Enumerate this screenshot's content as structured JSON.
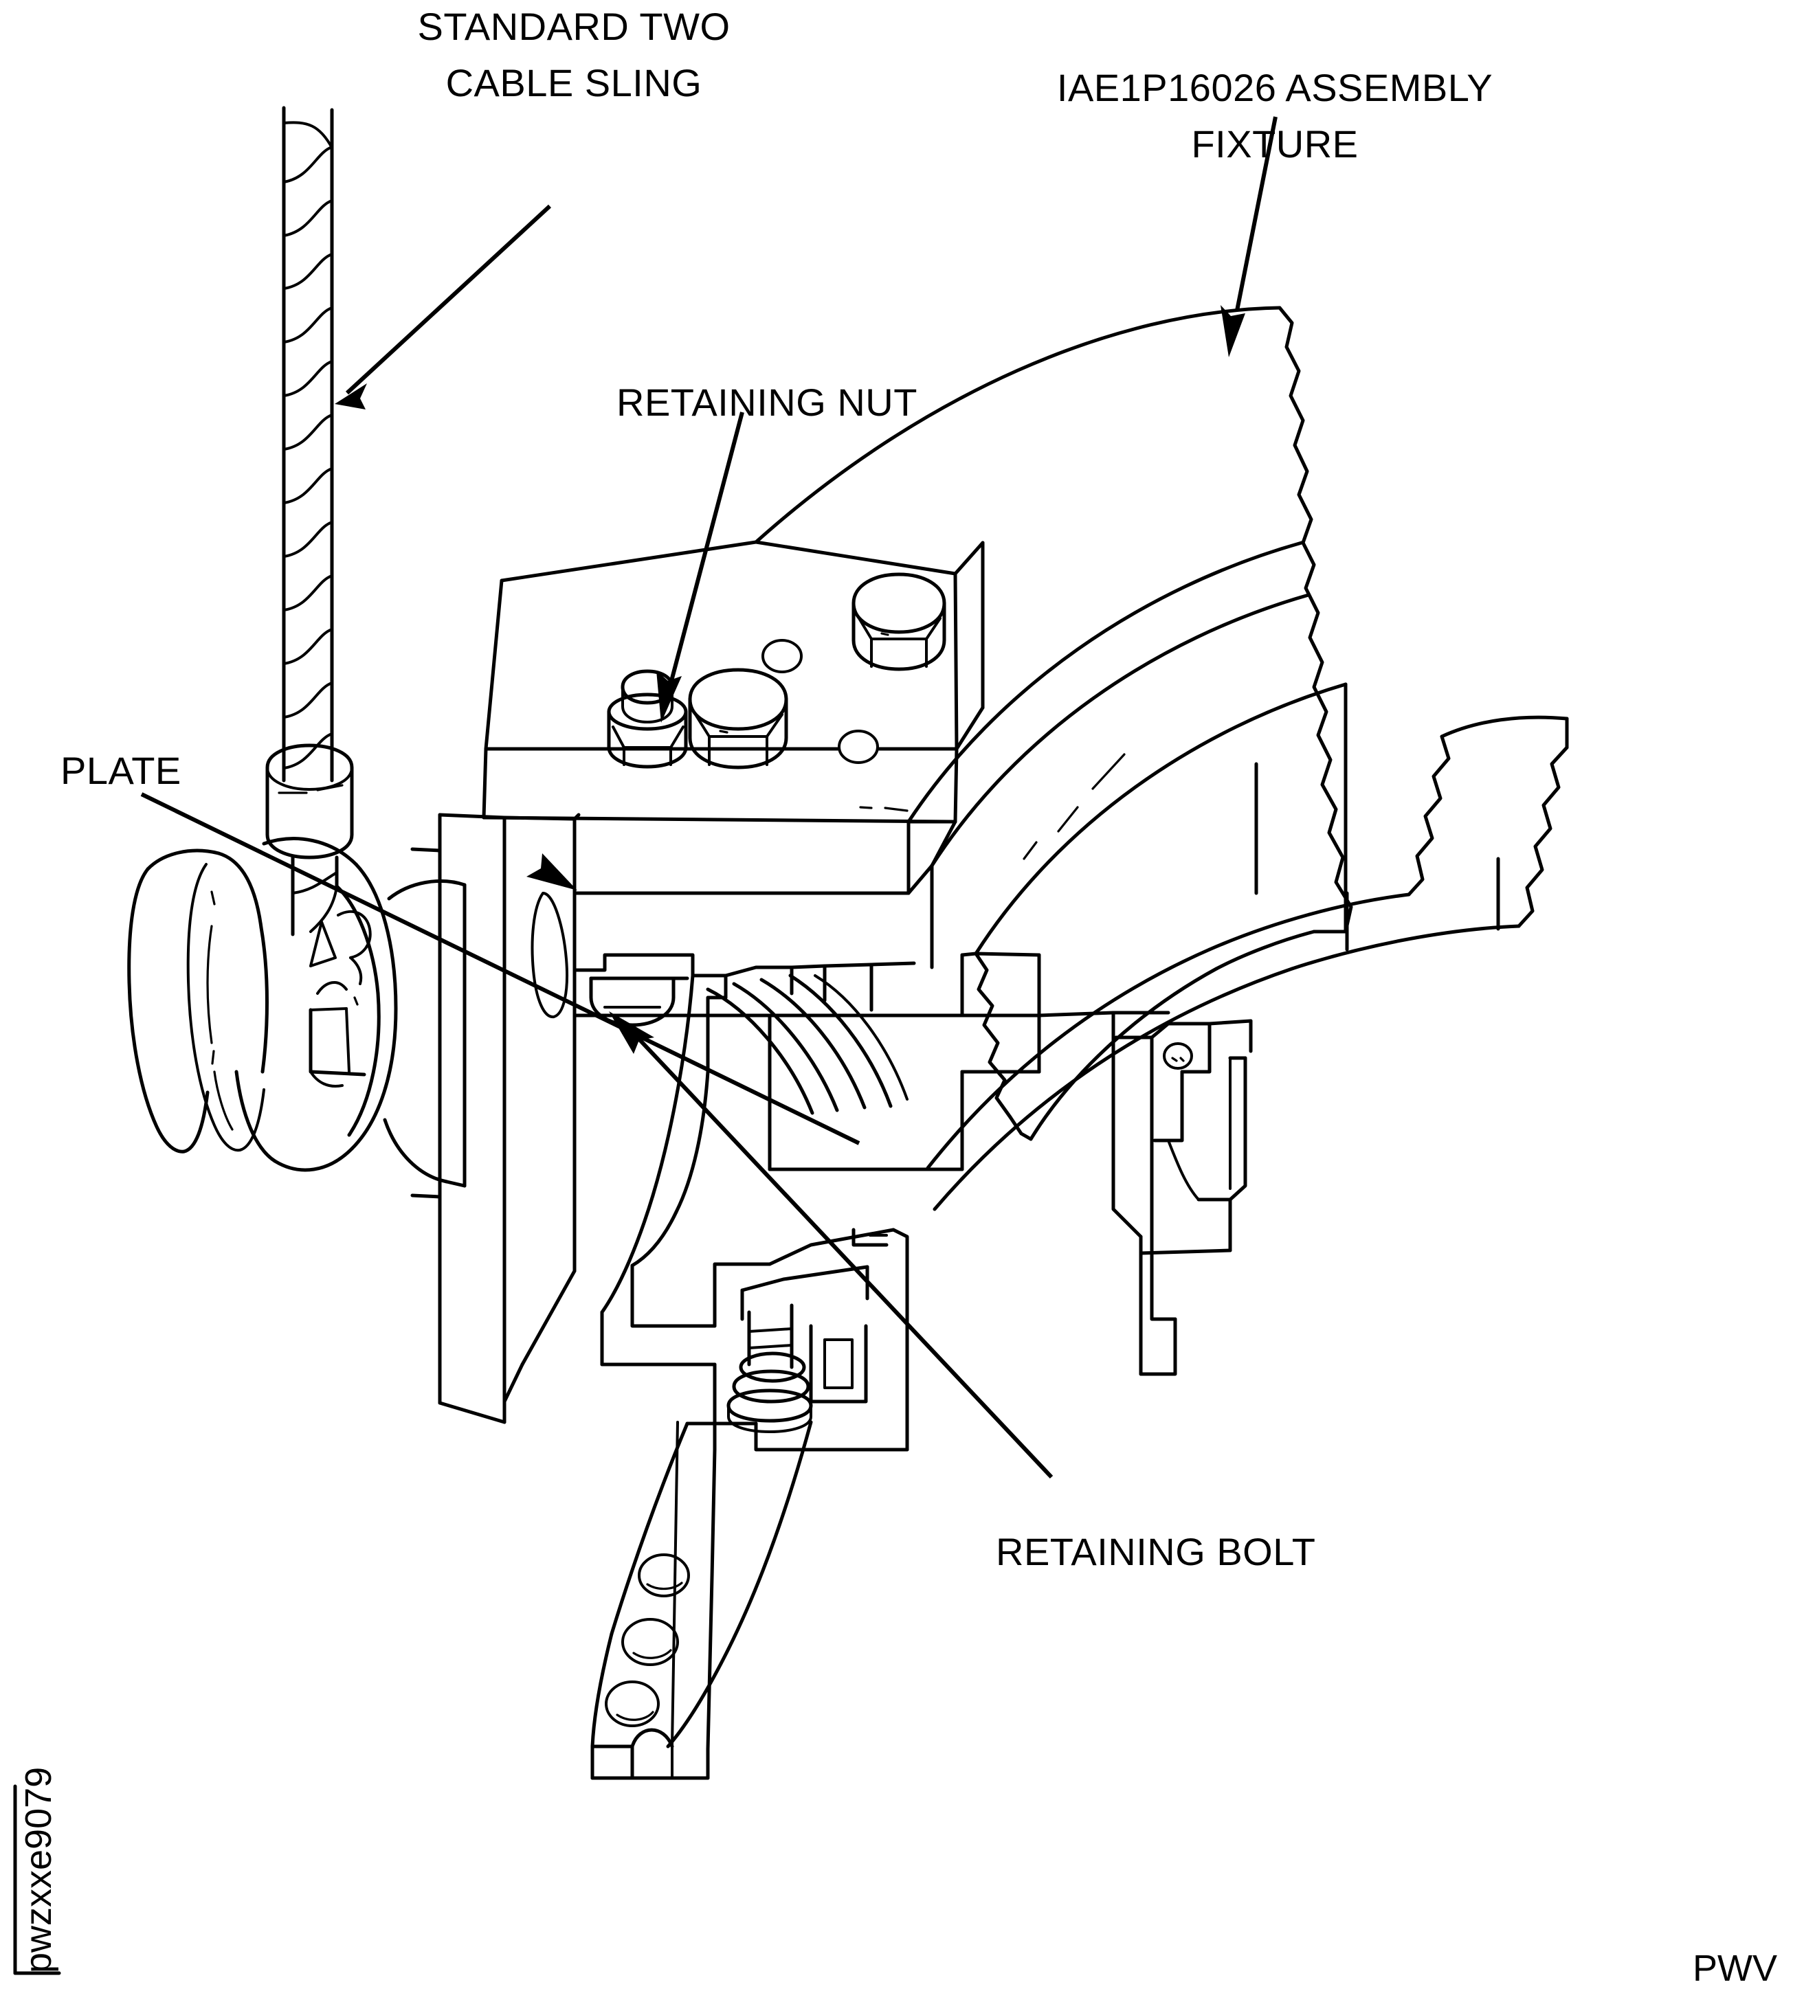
{
  "figure": {
    "drawing_number_vertical": "pwzxxe9079",
    "corner_code": "PWV",
    "type": "technical-illustration",
    "subject": "Engine fan case / assembly fixture lifting arrangement"
  },
  "callouts": [
    {
      "id": "cable-sling",
      "lines": [
        "STANDARD TWO",
        "CABLE SLING"
      ],
      "line1": "STANDARD TWO",
      "line2": "CABLE SLING",
      "anchor": "cable-rope"
    },
    {
      "id": "assembly-fixture",
      "lines": [
        "IAE1P16026 ASSEMBLY",
        "FIXTURE"
      ],
      "line1": "IAE1P16026 ASSEMBLY",
      "line2": "FIXTURE",
      "anchor": "fixture-body"
    },
    {
      "id": "retaining-nut",
      "lines": [
        "RETAINING NUT"
      ],
      "line1": "RETAINING NUT",
      "anchor": "nut-on-plate"
    },
    {
      "id": "plate",
      "lines": [
        "PLATE"
      ],
      "line1": "PLATE",
      "anchor": "plate-edge"
    },
    {
      "id": "retaining-bolt",
      "lines": [
        "RETAINING BOLT"
      ],
      "line1": "RETAINING BOLT",
      "anchor": "bolt-head"
    }
  ],
  "parts": [
    {
      "name": "standard-two-cable-sling"
    },
    {
      "name": "iae1p16026-assembly-fixture"
    },
    {
      "name": "retaining-nut"
    },
    {
      "name": "plate"
    },
    {
      "name": "retaining-bolt"
    },
    {
      "name": "hex-bolt-head"
    },
    {
      "name": "pulley-sheave"
    },
    {
      "name": "fan-case-flange"
    }
  ],
  "colors": {
    "ink": "#000000",
    "paper": "#ffffff"
  }
}
